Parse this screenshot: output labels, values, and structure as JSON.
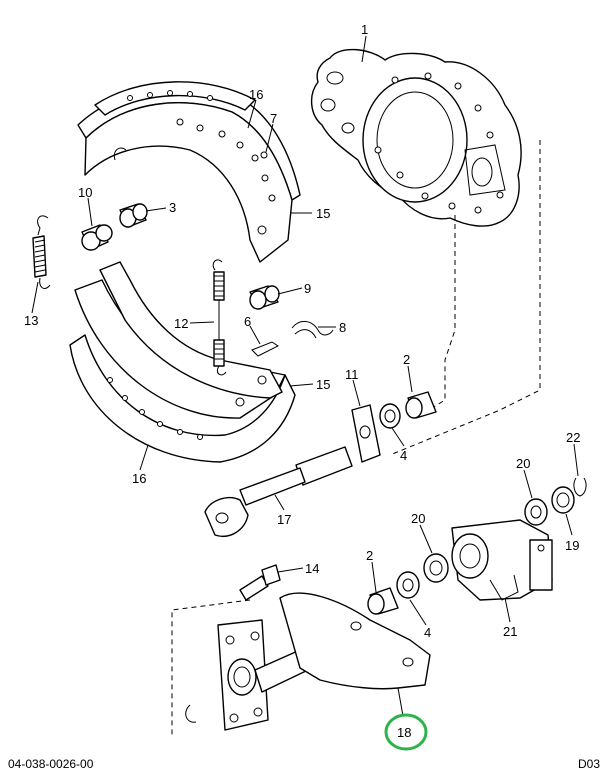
{
  "callouts": [
    {
      "id": "c1",
      "text": "1"
    },
    {
      "id": "c16a",
      "text": "16"
    },
    {
      "id": "c7",
      "text": "7"
    },
    {
      "id": "c15a",
      "text": "15"
    },
    {
      "id": "c10",
      "text": "10"
    },
    {
      "id": "c3",
      "text": "3"
    },
    {
      "id": "c13",
      "text": "13"
    },
    {
      "id": "c9",
      "text": "9"
    },
    {
      "id": "c12",
      "text": "12"
    },
    {
      "id": "c6",
      "text": "6"
    },
    {
      "id": "c8",
      "text": "8"
    },
    {
      "id": "c2a",
      "text": "2"
    },
    {
      "id": "c11",
      "text": "11"
    },
    {
      "id": "c15b",
      "text": "15"
    },
    {
      "id": "c4a",
      "text": "4"
    },
    {
      "id": "c16b",
      "text": "16"
    },
    {
      "id": "c22",
      "text": "22"
    },
    {
      "id": "c20a",
      "text": "20"
    },
    {
      "id": "c17",
      "text": "17"
    },
    {
      "id": "c20b",
      "text": "20"
    },
    {
      "id": "c19",
      "text": "19"
    },
    {
      "id": "c14",
      "text": "14"
    },
    {
      "id": "c2b",
      "text": "2"
    },
    {
      "id": "c21",
      "text": "21"
    },
    {
      "id": "c4b",
      "text": "4"
    },
    {
      "id": "c18",
      "text": "18"
    }
  ],
  "highlight": {
    "callout": "18",
    "color": "#2db34a"
  },
  "footer": {
    "left": "04-038-0026-00",
    "right": "D03"
  }
}
